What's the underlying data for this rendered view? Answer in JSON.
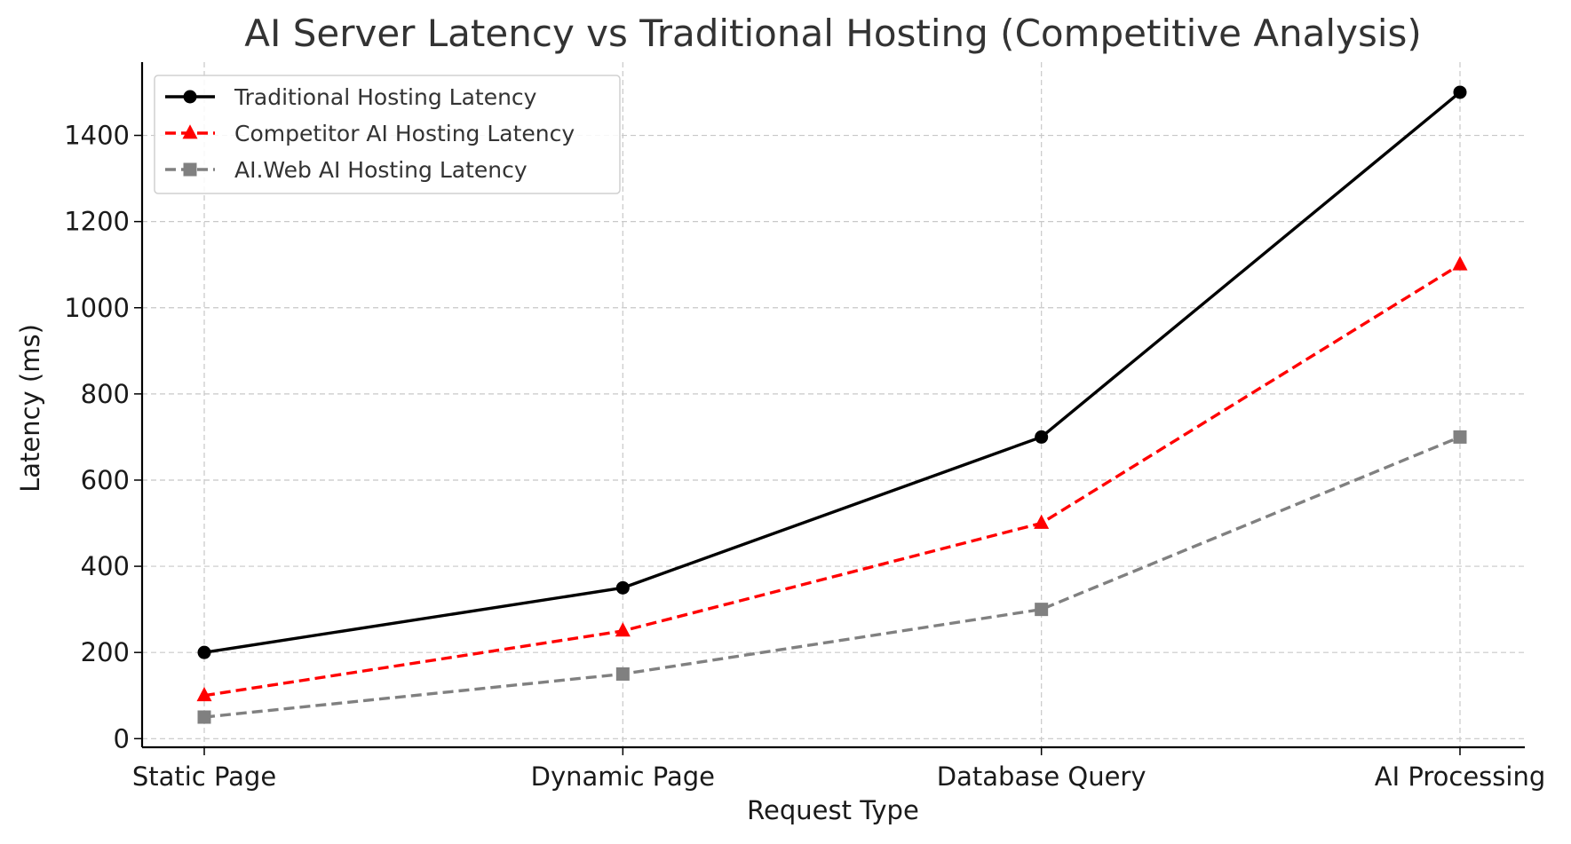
{
  "chart_data": {
    "type": "line",
    "title": "AI Server Latency vs Traditional Hosting (Competitive Analysis)",
    "xlabel": "Request Type",
    "ylabel": "Latency (ms)",
    "categories": [
      "Static Page",
      "Dynamic Page",
      "Database Query",
      "AI Processing"
    ],
    "ylim": [
      -20,
      1570
    ],
    "yticks": [
      0,
      200,
      400,
      600,
      800,
      1000,
      1200,
      1400
    ],
    "grid": true,
    "legend_position": "top-left",
    "series": [
      {
        "name": "Traditional Hosting Latency",
        "values": [
          200,
          350,
          700,
          1500
        ],
        "color": "#000000",
        "line_style": "solid",
        "marker": "circle"
      },
      {
        "name": "Competitor AI Hosting Latency",
        "values": [
          100,
          250,
          500,
          1100
        ],
        "color": "#ff0000",
        "line_style": "dashed",
        "marker": "triangle"
      },
      {
        "name": "AI.Web AI Hosting Latency",
        "values": [
          50,
          150,
          300,
          700
        ],
        "color": "#808080",
        "line_style": "dashed",
        "marker": "square"
      }
    ]
  }
}
